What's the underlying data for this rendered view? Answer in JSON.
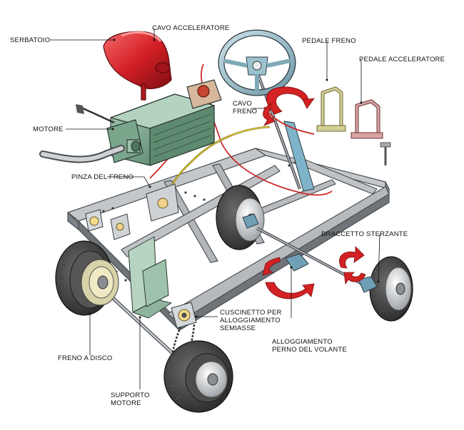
{
  "labels": {
    "serbatoio": "SERBATOIO",
    "cavo_acceleratore": "CAVO ACCELERATORE",
    "pedale_freno": "PEDALE FRENO",
    "pedale_acceleratore": "PEDALE ACCELERATORE",
    "cavo_freno_1": "CAVO",
    "cavo_freno_2": "FRENO",
    "motore": "MOTORE",
    "pinza_del_freno": "PINZA DEL FRENO",
    "braccetto_sterzante": "BRACCETTO STERZANTE",
    "cuscinetto_1": "CUSCINETTO PER",
    "cuscinetto_2": "ALLOGGIAMENTO",
    "cuscinetto_3": "SEMIASSE",
    "alloggiamento_1": "ALLOGGIAMENTO",
    "alloggiamento_2": "PERNO DEL VOLANTE",
    "freno_a_disco": "FRENO A DISCO",
    "supporto_1": "SUPPORTO",
    "supporto_2": "MOTORE"
  },
  "colors": {
    "frame": "#b9bcbf",
    "frame_dark": "#5d6166",
    "tank": "#d41f26",
    "engine": "#6f9a80",
    "steering_wheel": "#9cc2cf",
    "brake_cable": "#cc2a2a",
    "throttle_cable": "#d9c226",
    "rotation_arrow": "#d32124",
    "tire": "#3e3e3e",
    "bracket": "#79a68b",
    "pedal_brake": "#c9c48b",
    "pedal_accel": "#c78b8b"
  }
}
